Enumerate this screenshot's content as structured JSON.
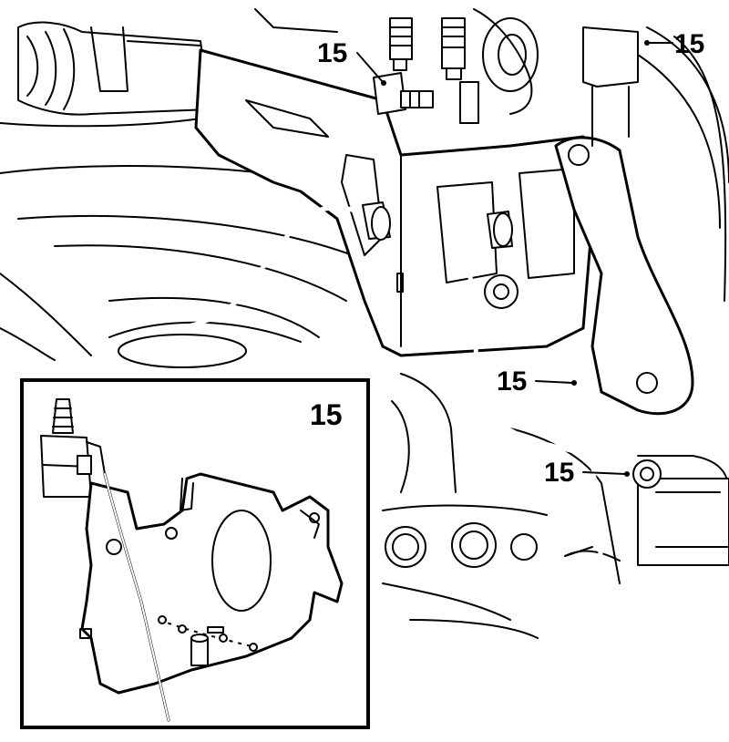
{
  "callouts": [
    {
      "id": "c1",
      "label": "15"
    },
    {
      "id": "c2",
      "label": "15"
    },
    {
      "id": "c3",
      "label": "15"
    },
    {
      "id": "c4",
      "label": "15"
    }
  ],
  "inset": {
    "label": "15"
  },
  "colors": {
    "line": "#000000",
    "background": "#ffffff"
  }
}
